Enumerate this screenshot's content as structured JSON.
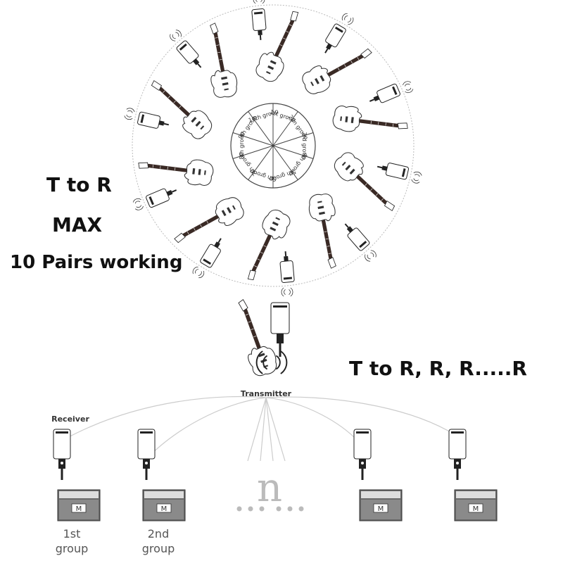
{
  "left_labels": {
    "mode": "T to R",
    "max": "MAX",
    "pairs": "10 Pairs working"
  },
  "right_label": "T to R, R, R.....R",
  "wheel": {
    "groups": [
      "1st group",
      "2dn group",
      "3rd group",
      "4th group",
      "5th group",
      "6th group",
      "7th group",
      "8th group",
      "9th group",
      "10th group"
    ]
  },
  "bottom": {
    "transmitter_label": "Transmitter",
    "receiver_label": "Receiver",
    "amp_badge": "M",
    "n_symbol": "n",
    "groups": [
      {
        "line1": "1st",
        "line2": "group"
      },
      {
        "line1": "2nd",
        "line2": "group"
      }
    ]
  },
  "colors": {
    "ink": "#111111",
    "guitar_neck": "#3a2a25",
    "body_fill": "#ffffff",
    "arc": "#cccccc",
    "dotted_circle": "#bbbbbb"
  }
}
